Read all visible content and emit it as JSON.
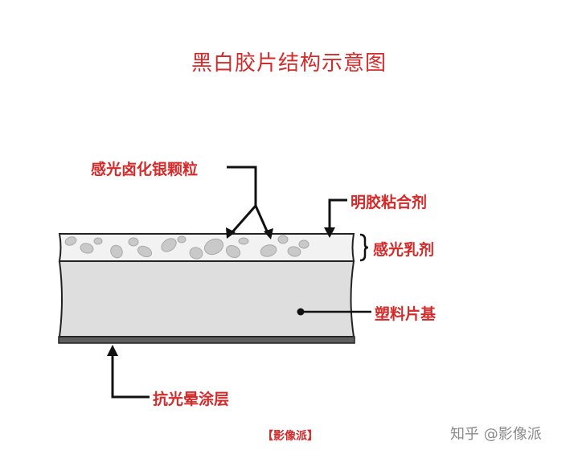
{
  "title": "黑白胶片结构示意图",
  "labels": {
    "silver_halide": "感光卤化银颗粒",
    "gelatin_binder": "明胶粘合剂",
    "emulsion": "感光乳剂",
    "plastic_base": "塑料片基",
    "antihalation": "抗光晕涂层"
  },
  "footer": {
    "credit": "【影像派】",
    "watermark": "知乎 @影像派"
  },
  "colors": {
    "accent": "#d42a2a",
    "emulsion_fill": "#f2f2f2",
    "grain_fill": "#c9c9c9",
    "base_fill": "#dedede",
    "antihalation_fill": "#5e5e5e"
  }
}
